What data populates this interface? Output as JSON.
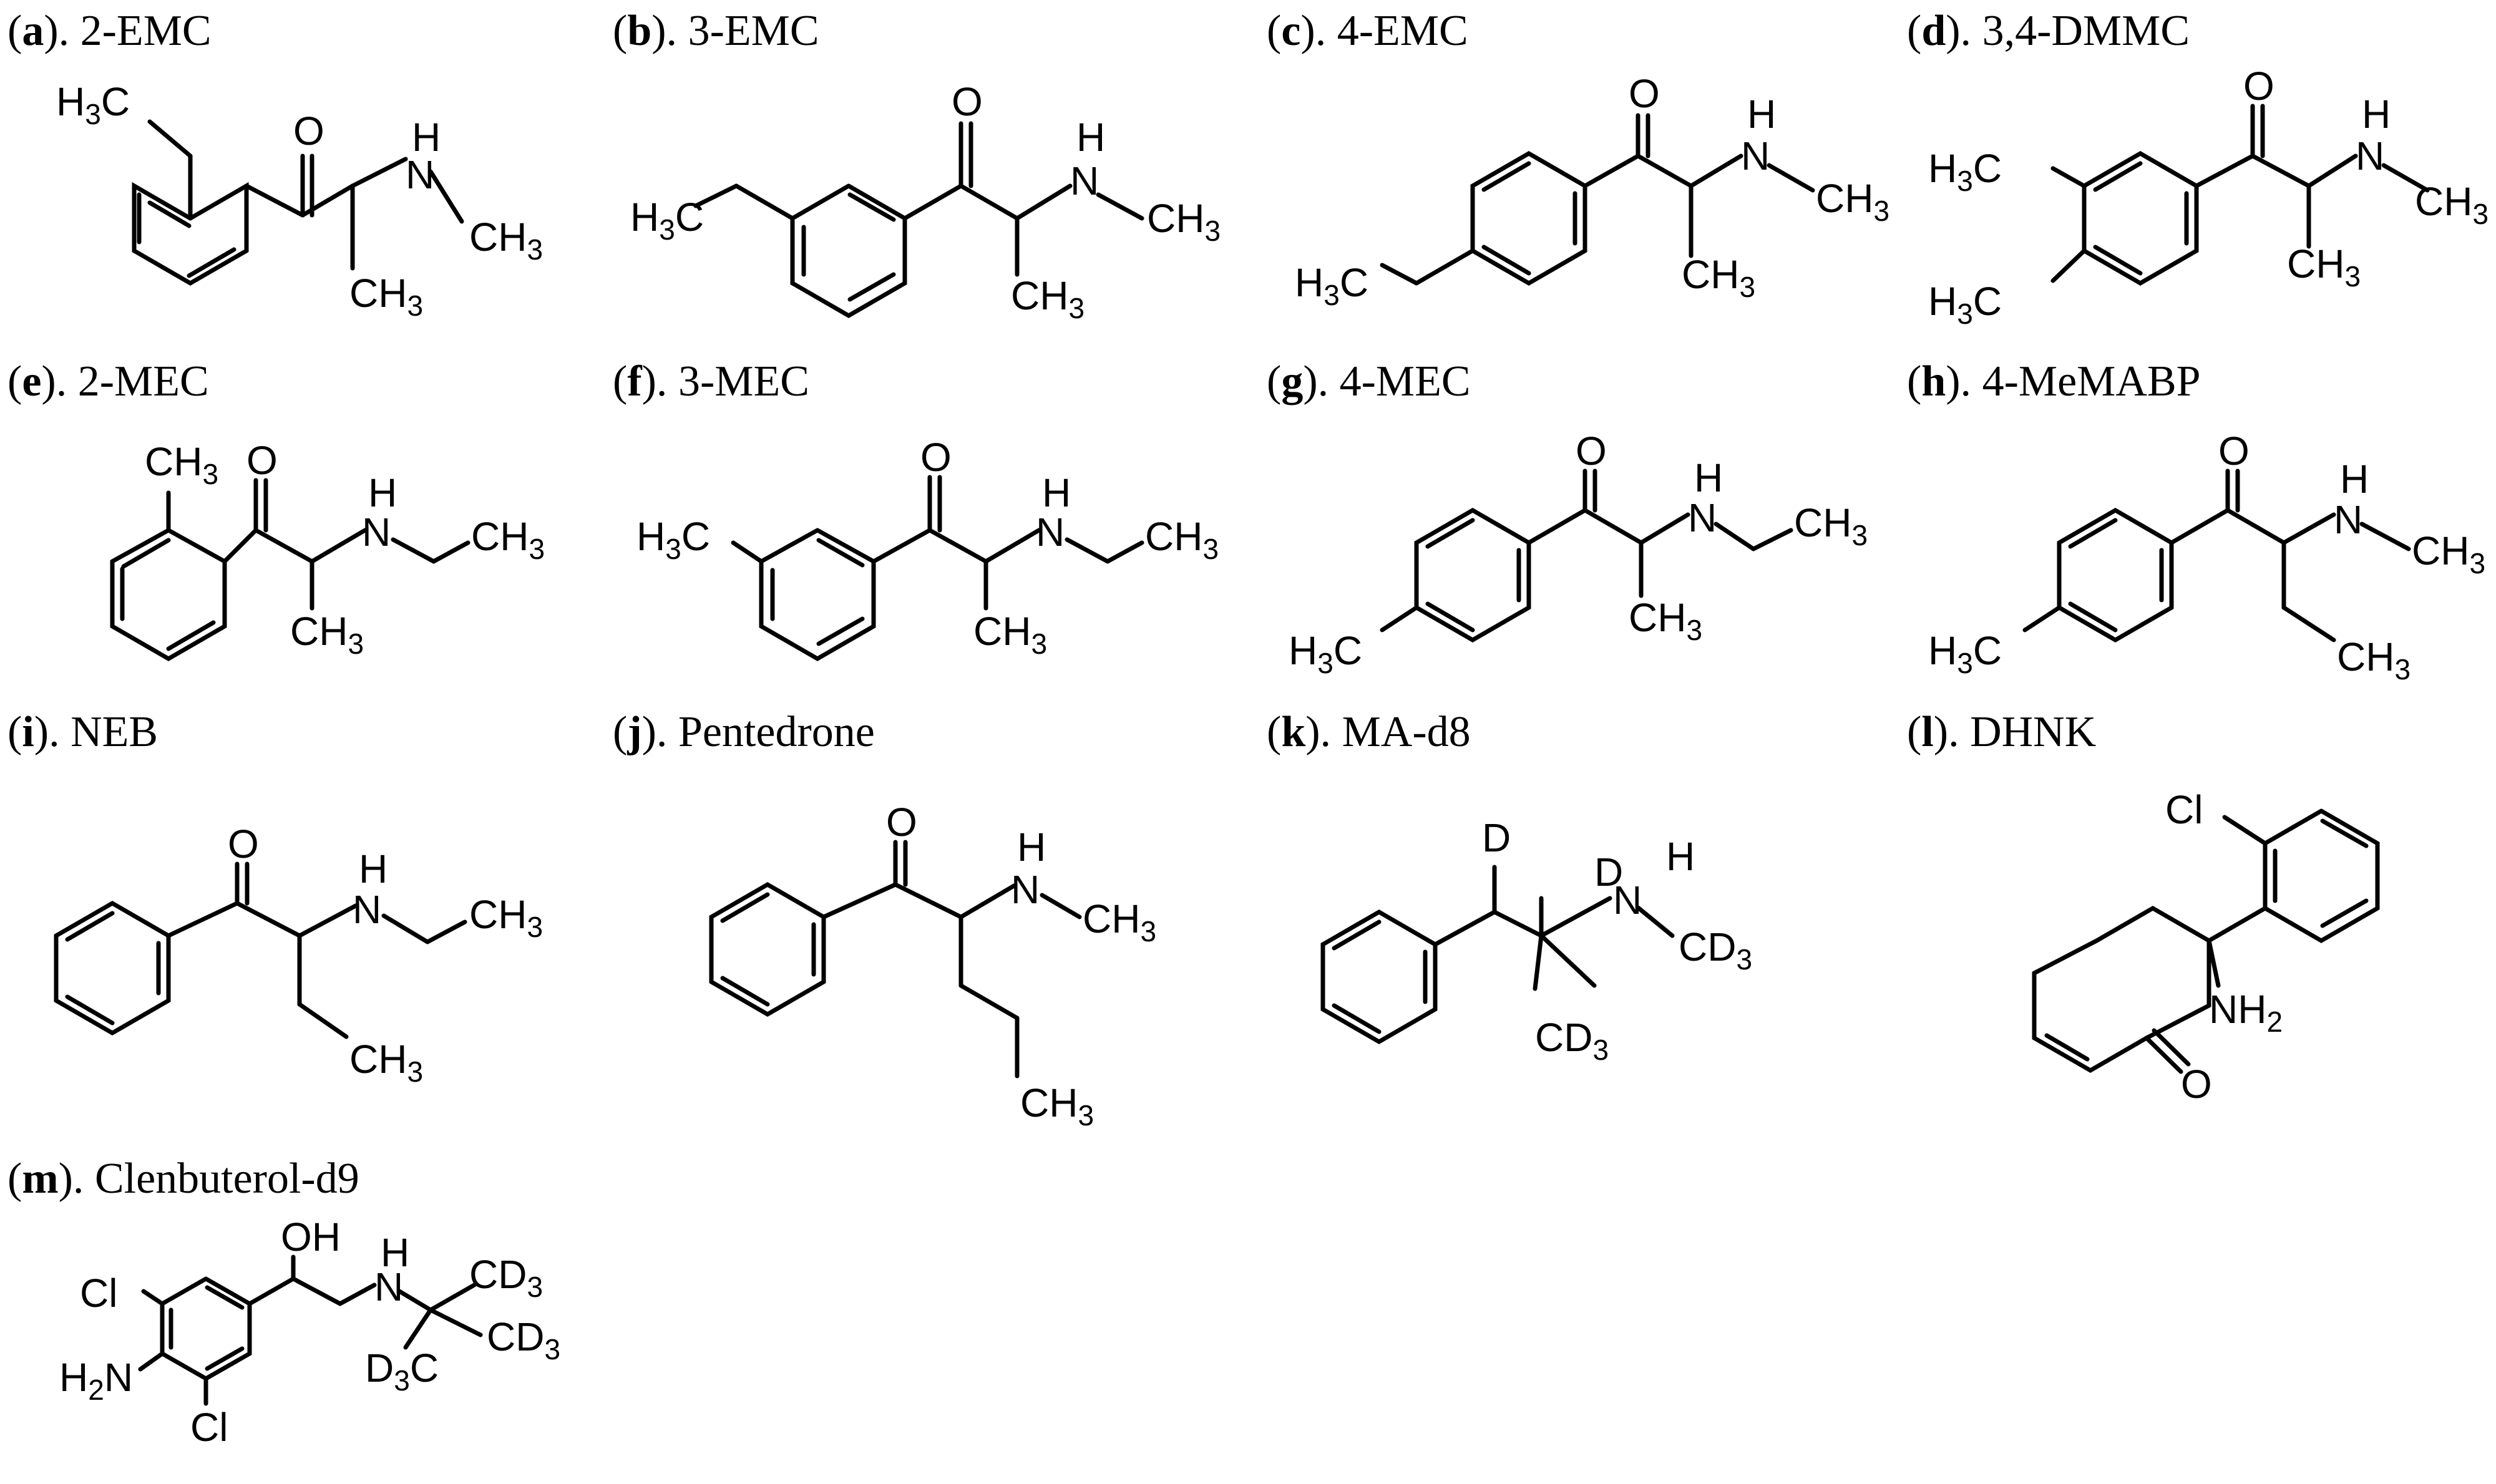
{
  "figure": {
    "panels": [
      {
        "letter": "a",
        "name": "2-EMC"
      },
      {
        "letter": "b",
        "name": "3-EMC"
      },
      {
        "letter": "c",
        "name": "4-EMC"
      },
      {
        "letter": "d",
        "name": "3,4-DMMC"
      },
      {
        "letter": "e",
        "name": "2-MEC"
      },
      {
        "letter": "f",
        "name": "3-MEC"
      },
      {
        "letter": "g",
        "name": "4-MEC"
      },
      {
        "letter": "h",
        "name": "4-MeMABP"
      },
      {
        "letter": "i",
        "name": "NEB"
      },
      {
        "letter": "j",
        "name": "Pentedrone"
      },
      {
        "letter": "k",
        "name": "MA-d8"
      },
      {
        "letter": "l",
        "name": "DHNK"
      },
      {
        "letter": "m",
        "name": "Clenbuterol-d9"
      }
    ],
    "labels": {
      "O": "O",
      "H": "H",
      "N": "N",
      "NH": "NH",
      "Cl": "Cl",
      "OH": "OH",
      "D": "D",
      "CH": "CH",
      "H_pre": "H",
      "C": "C",
      "C_post": "C",
      "N_post": "N",
      "CD": "CD",
      "two": "2",
      "three": "3"
    }
  }
}
